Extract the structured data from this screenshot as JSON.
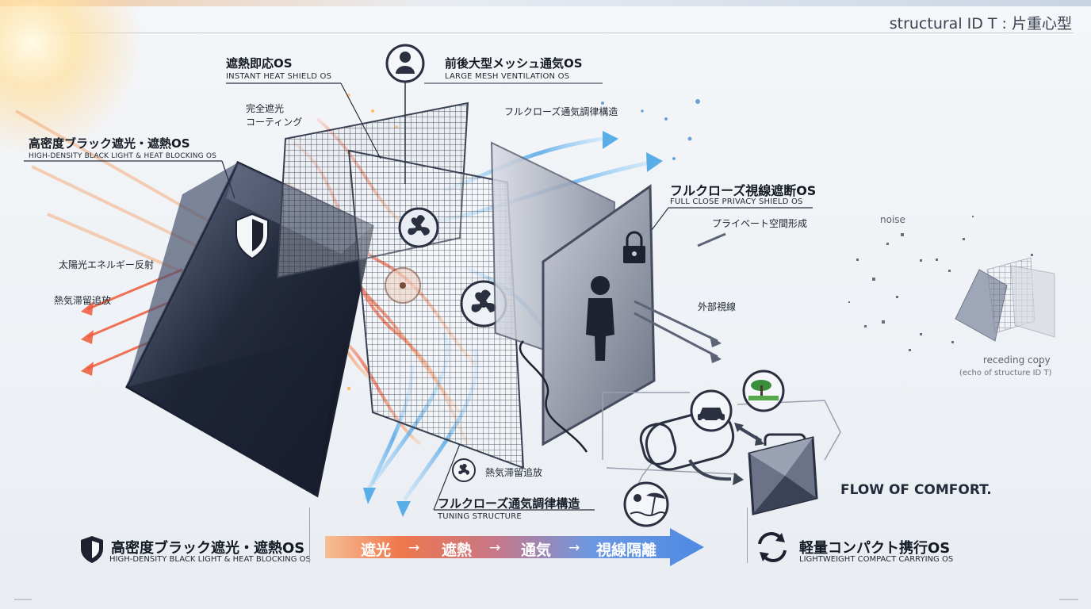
{
  "header": {
    "structural_id": "structural ID T : 片重心型"
  },
  "labels": {
    "instant_heat_shield": {
      "jp": "遮熱即応OS",
      "en": "INSTANT HEAT SHIELD OS"
    },
    "large_mesh": {
      "jp": "前後大型メッシュ通気OS",
      "en": "LARGE MESH VENTILATION OS"
    },
    "complete_coating": "完全遮光\nコーティング",
    "complete_coating_l1": "完全遮光",
    "complete_coating_l2": "コーティング",
    "full_close_vent": "フルクローズ通気調律構造",
    "high_density": {
      "jp": "高密度ブラック遮光・遮熱OS",
      "en": "HIGH-DENSITY BLACK LIGHT & HEAT BLOCKING OS"
    },
    "privacy": {
      "jp": "フルクローズ視線遮断OS",
      "en": "FULL CLOSE PRIVACY SHIELD OS"
    },
    "private_space": "プライベート空間形成",
    "solar_reflect": "太陽光エネルギー反射",
    "heat_release": "熱気滞留追放",
    "external_gaze": "外部視線",
    "heat_release_fan": "熱気滞留追放",
    "tuning": {
      "jp": "フルクローズ通気調律構造",
      "en": "TUNING STRUCTURE"
    },
    "noise": "noise",
    "receding_copy": "receding copy",
    "echo": "(echo of structure ID T)",
    "flow_of_comfort": "FLOW OF COMFORT."
  },
  "bottom": {
    "left": {
      "jp": "高密度ブラック遮光・遮熱OS",
      "en": "HIGH-DENSITY BLACK LIGHT & HEAT BLOCKING OS",
      "icon": "shield-icon"
    },
    "flow_steps": [
      "遮光",
      "遮熱",
      "通気",
      "視線隔離"
    ],
    "right": {
      "jp": "軽量コンパクト携行OS",
      "en": "LIGHTWEIGHT COMPACT CARRYING OS",
      "icon": "cycle-icon"
    }
  },
  "icons": {
    "person_circle": "person-icon",
    "lock": "lock-icon",
    "car": "car-icon",
    "nature": "tree-icon",
    "beach": "beach-umbrella-icon",
    "fan": "fan-icon"
  },
  "colors": {
    "heat": "#e8502c",
    "cool": "#4a9be0",
    "panel_dark": "#1d2333",
    "accent_blue": "#3f7fd0"
  }
}
